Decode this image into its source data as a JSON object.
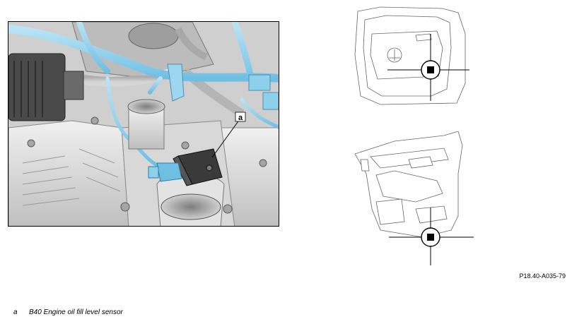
{
  "figure": {
    "callout_letter": "a",
    "code": "P18.40-A035-79"
  },
  "legend": [
    {
      "key": "a",
      "text": "B40 Engine oil fill level sensor"
    }
  ],
  "colors": {
    "harness_blue": "#8ecfec",
    "metal_light": "#e6e6e6",
    "metal_mid": "#bdbdbd",
    "metal_dark": "#7a7a7a",
    "sensor_dark": "#3a3a3a",
    "line": "#000000"
  },
  "icons": {
    "locator_marker": "crosshair-circle-with-square"
  }
}
